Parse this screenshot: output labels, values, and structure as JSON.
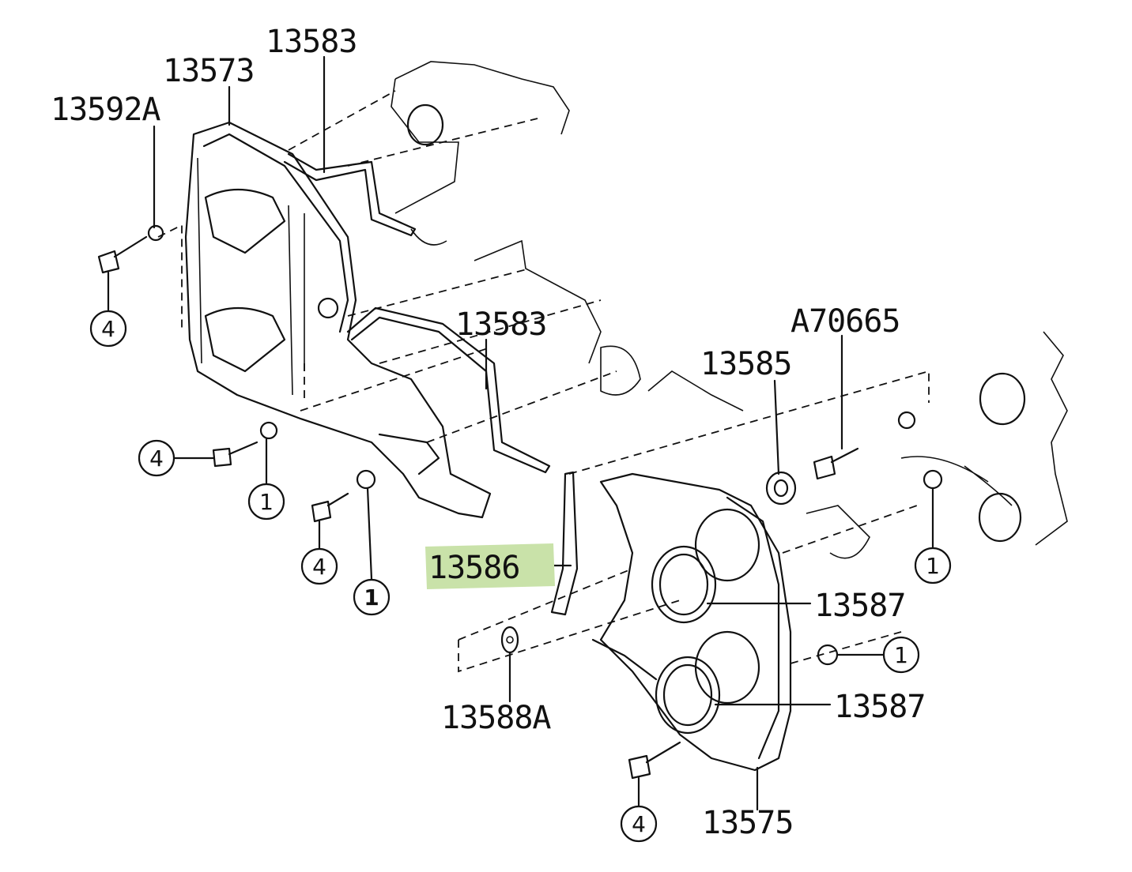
{
  "diagram": {
    "highlight_color": "#c9e2a9",
    "part_labels": {
      "p13583_top": "13583",
      "p13573": "13573",
      "p13592A": "13592A",
      "p13583_mid": "13583",
      "pA70665": "A70665",
      "p13585": "13585",
      "p13586": "13586",
      "p13587_upper": "13587",
      "p13587_lower": "13587",
      "p13588A": "13588A",
      "p13575": "13575"
    },
    "callouts": [
      "4",
      "4",
      "1",
      "4",
      "1",
      "1",
      "1",
      "4"
    ]
  }
}
